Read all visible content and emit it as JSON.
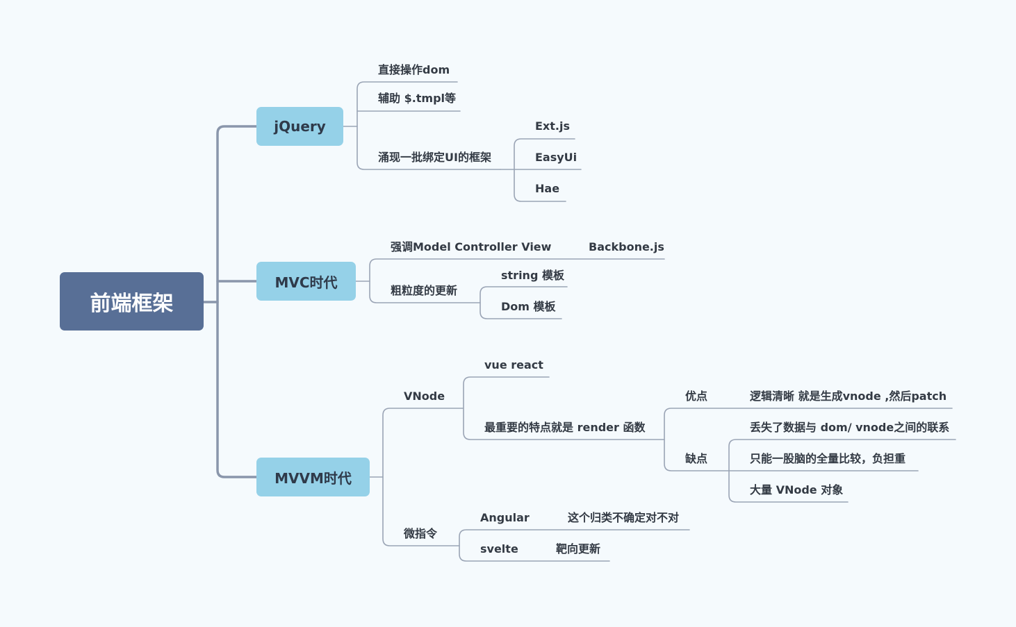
{
  "root": "前端框架",
  "jquery": {
    "label": "jQuery",
    "direct_dom": "直接操作dom",
    "tmpl": "辅助 $.tmpl等",
    "ui_frameworks": "涌现一批绑定UI的框架",
    "extjs": "Ext.js",
    "easyui": "EasyUi",
    "hae": "Hae"
  },
  "mvc": {
    "label": "MVC时代",
    "emphasis": "强调Model  Controller  View",
    "backbone": "Backbone.js",
    "coarse": "粗粒度的更新",
    "string_tpl": "string 模板",
    "dom_tpl": "Dom 模板"
  },
  "mvvm": {
    "label": "MVVM时代",
    "vnode": "VNode",
    "vue_react": "vue  react",
    "render": "最重要的特点就是 render 函数",
    "pros": "优点",
    "pros_1": "逻辑清晰  就是生成vnode ,然后patch",
    "cons": "缺点",
    "cons_1": "丢失了数据与 dom/ vnode之间的联系",
    "cons_2": "只能一股脑的全量比较，负担重",
    "cons_3": "大量 VNode 对象",
    "micro": "微指令",
    "angular": "Angular",
    "angular_note": "这个归类不确定对不对",
    "svelte": "svelte",
    "svelte_note": "靶向更新"
  }
}
